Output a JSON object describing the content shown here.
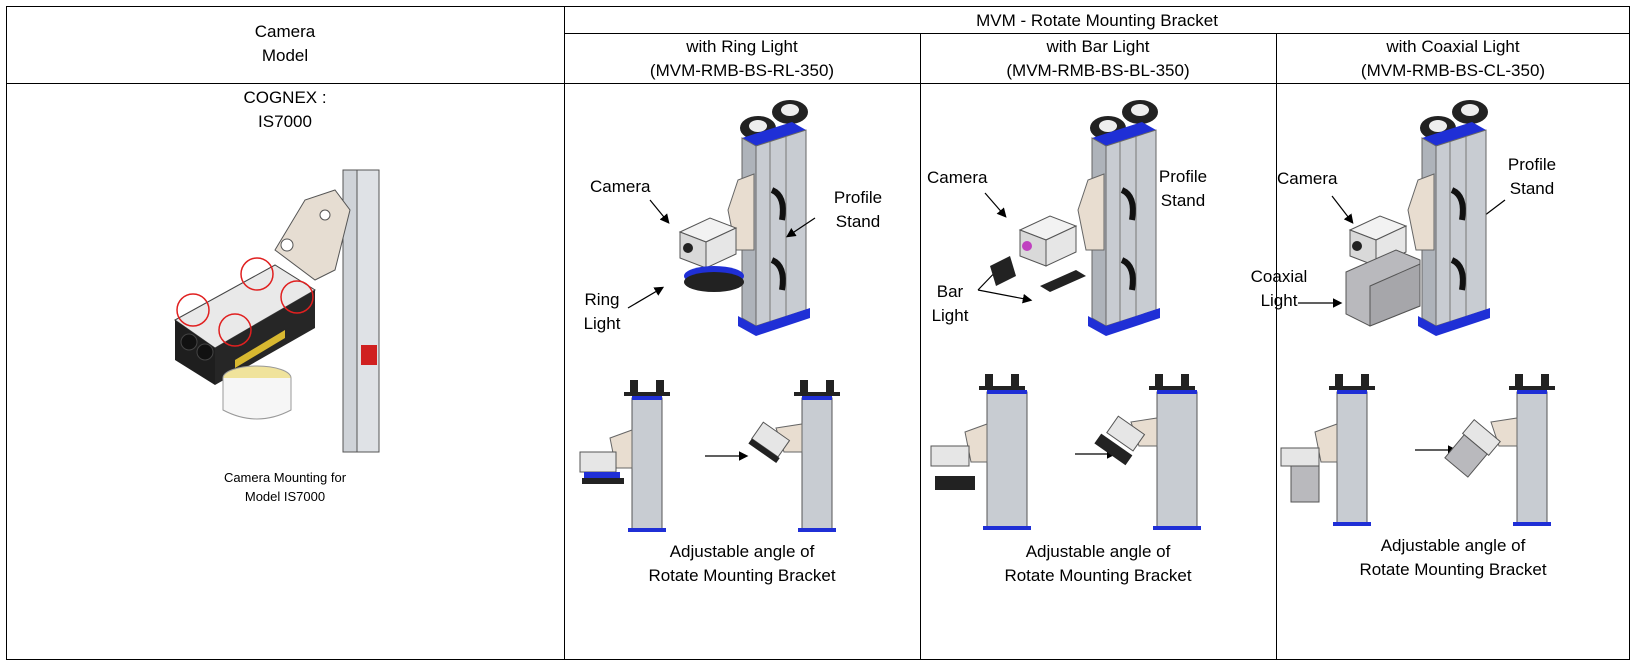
{
  "header": {
    "camera_model_line1": "Camera",
    "camera_model_line2": "Model",
    "group_title": "MVM - Rotate  Mounting Bracket",
    "columns": [
      {
        "line1": "with Ring Light",
        "line2": "(MVM-RMB-BS-RL-350)"
      },
      {
        "line1": "with Bar Light",
        "line2": "(MVM-RMB-BS-BL-350)"
      },
      {
        "line1": "with Coaxial Light",
        "line2": "(MVM-RMB-BS-CL-350)"
      }
    ]
  },
  "camera": {
    "brand": "COGNEX :",
    "model": "IS7000",
    "caption_line1": "Camera Mounting for",
    "caption_line2": "Model IS7000"
  },
  "ring": {
    "camera_label": "Camera",
    "stand_line1": "Profile",
    "stand_line2": "Stand",
    "light_line1": "Ring",
    "light_line2": "Light"
  },
  "bar": {
    "camera_label": "Camera",
    "stand_line1": "Profile",
    "stand_line2": "Stand",
    "light_line1": "Bar",
    "light_line2": "Light"
  },
  "coax": {
    "camera_label": "Camera",
    "stand_line1": "Profile",
    "stand_line2": "Stand",
    "light_line1": "Coaxial",
    "light_line2": "Light"
  },
  "angle_caption_line1": "Adjustable angle of",
  "angle_caption_line2": "Rotate  Mounting Bracket",
  "colors": {
    "bracket_blue": "#1f2fd6",
    "profile_grey": "#c8ccd2",
    "bracket_beige": "#e8ddd0",
    "highlight_red": "#e02020"
  }
}
